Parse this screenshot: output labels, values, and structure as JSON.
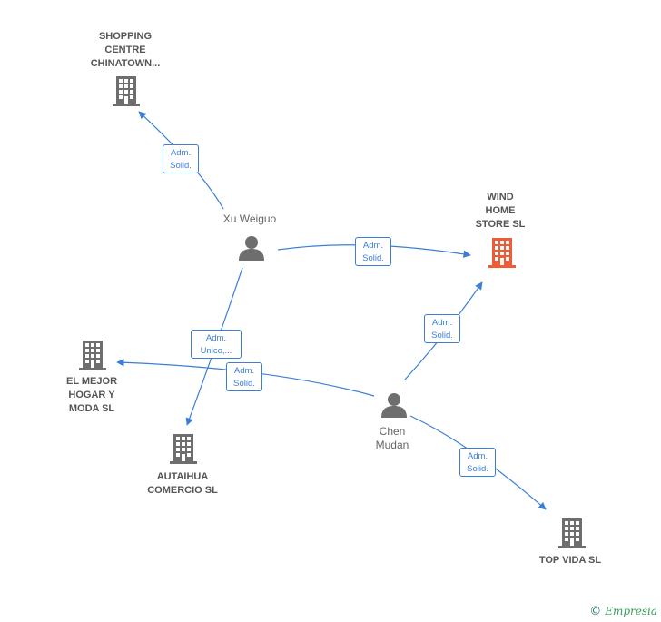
{
  "nodes": {
    "shopping": {
      "label": "SHOPPING\nCENTRE\nCHINATOWN...",
      "kind": "company"
    },
    "wind": {
      "label": "WIND\nHOME\nSTORE  SL",
      "kind": "company-focus"
    },
    "xu": {
      "label": "Xu Weiguo",
      "kind": "person"
    },
    "mejor": {
      "label": "EL MEJOR\nHOGAR Y\nMODA  SL",
      "kind": "company"
    },
    "chen": {
      "label": "Chen\nMudan",
      "kind": "person"
    },
    "autaihua": {
      "label": "AUTAIHUA\nCOMERCIO  SL",
      "kind": "company"
    },
    "topvida": {
      "label": "TOP VIDA SL",
      "kind": "company"
    }
  },
  "edges": [
    {
      "from": "xu",
      "to": "shopping",
      "line1": "Adm.",
      "line2": "Solid."
    },
    {
      "from": "xu",
      "to": "wind",
      "line1": "Adm.",
      "line2": "Solid."
    },
    {
      "from": "xu",
      "to": "autaihua",
      "line1": "Adm.",
      "line2": "Unico,..."
    },
    {
      "from": "chen",
      "to": "wind",
      "line1": "Adm.",
      "line2": "Solid."
    },
    {
      "from": "chen",
      "to": "mejor",
      "line1": "Adm.",
      "line2": "Solid."
    },
    {
      "from": "chen",
      "to": "topvida",
      "line1": "Adm.",
      "line2": "Solid."
    }
  ],
  "colors": {
    "edge": "#3a7fd5",
    "company": "#6e6e6e",
    "focus": "#f05a35",
    "person": "#6e6e6e"
  },
  "footer": {
    "copyright": "©",
    "brand": "Empresia"
  }
}
